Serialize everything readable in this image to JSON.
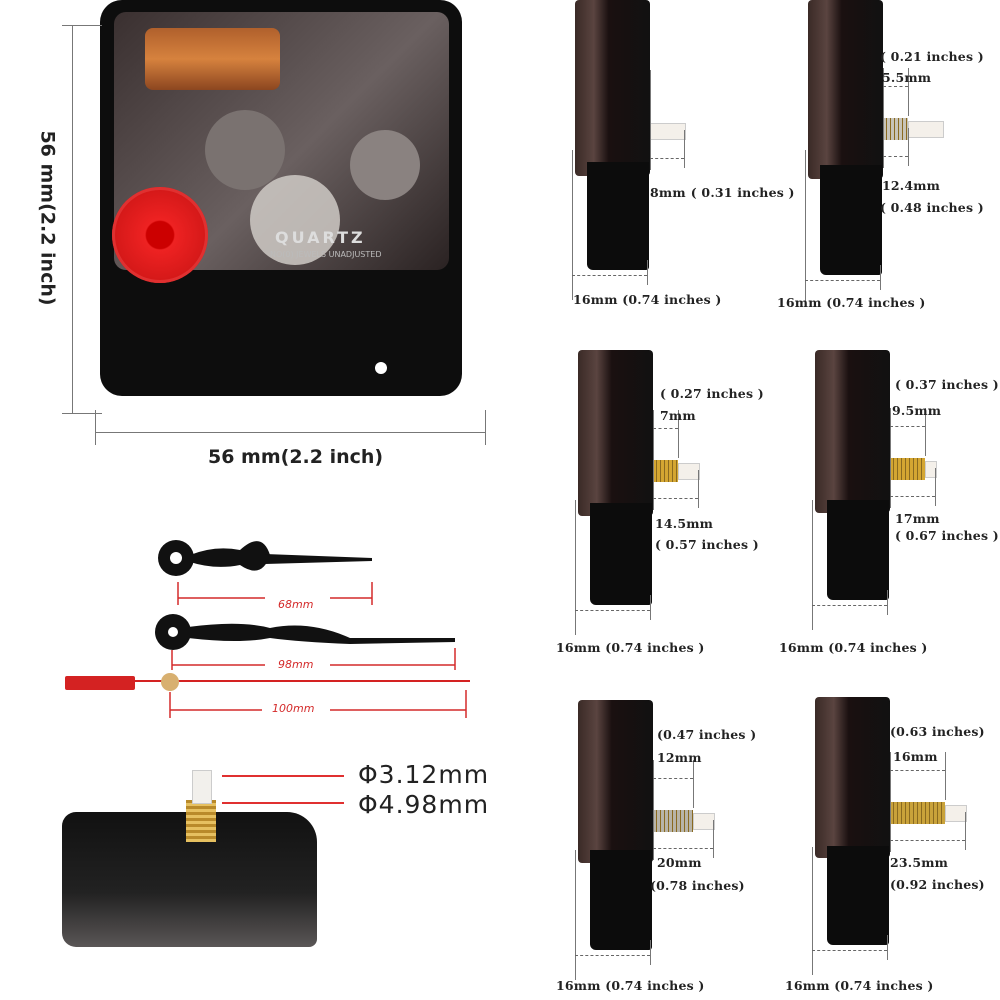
{
  "main_movement": {
    "height_label": "56 mm(2.2 inch)",
    "width_label": "56 mm(2.2 inch)",
    "brand_text": "QUARTZ",
    "sub_text": "NO(0) JEWELS UNADJUSTED"
  },
  "hands": [
    {
      "label": "68mm",
      "color": "#111111"
    },
    {
      "label": "98mm",
      "color": "#111111"
    },
    {
      "label": "100mm",
      "color": "#d42222"
    }
  ],
  "shaft_diameters": [
    "Φ3.12mm",
    "Φ4.98mm"
  ],
  "side_views": [
    {
      "thread": "",
      "thread_inches": "",
      "total": "8mm",
      "total_inches": "( 0.31 inches )",
      "width": "16mm (0.74 inches )",
      "thread_color": "#eeeeee"
    },
    {
      "thread": "5.5mm",
      "thread_inches": "( 0.21 inches )",
      "total": "12.4mm",
      "total_inches": "( 0.48 inches )",
      "width": "16mm (0.74 inches )",
      "thread_color": "#c8c4b8"
    },
    {
      "thread": "7mm",
      "thread_inches": "( 0.27 inches )",
      "total": "14.5mm",
      "total_inches": "( 0.57 inches )",
      "width": "16mm (0.74 inches )",
      "thread_color": "#d4a632"
    },
    {
      "thread": "9.5mm",
      "thread_inches": "( 0.37 inches )",
      "total": "17mm",
      "total_inches": "( 0.67 inches )",
      "width": "16mm (0.74 inches )",
      "thread_color": "#d4a632"
    },
    {
      "thread": "12mm",
      "thread_inches": "(0.47 inches )",
      "total": "20mm",
      "total_inches": "(0.78 inches)",
      "width": "16mm (0.74 inches )",
      "thread_color": "#b8b4a8"
    },
    {
      "thread": "16mm",
      "thread_inches": "(0.63 inches)",
      "total": "23.5mm",
      "total_inches": "(0.92 inches)",
      "width": "16mm (0.74 inches )",
      "thread_color": "#c9a23a"
    }
  ]
}
